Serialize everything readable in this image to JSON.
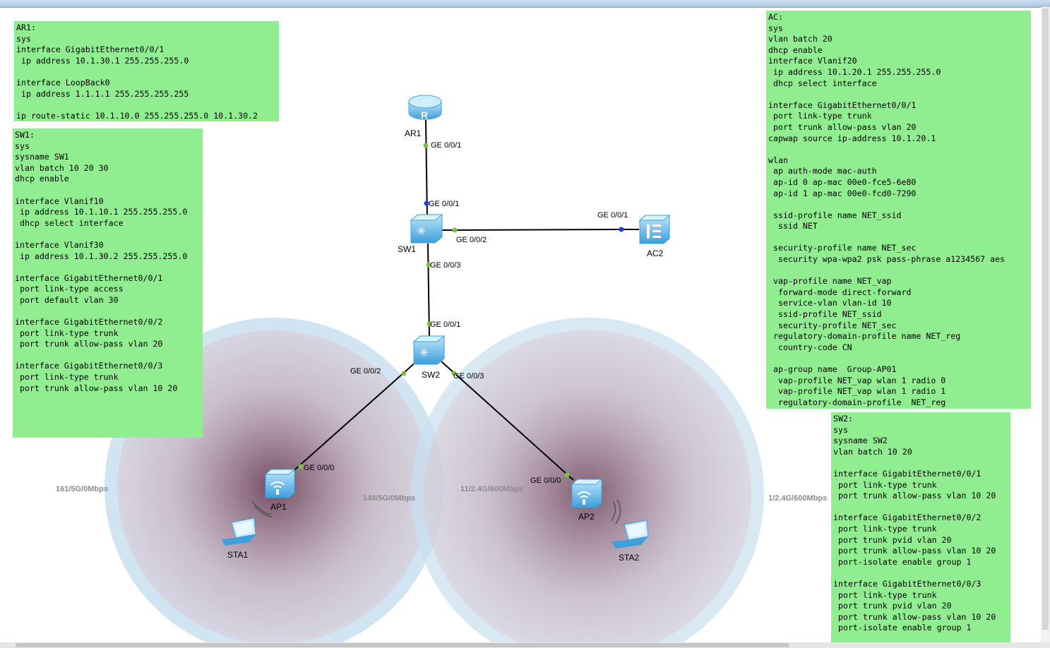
{
  "notes": {
    "ar1": "AR1:\nsys\ninterface GigabitEthernet0/0/1\n ip address 10.1.30.1 255.255.255.0\n\ninterface LoopBack0\n ip address 1.1.1.1 255.255.255.255\n\nip route-static 10.1.10.0 255.255.255.0 10.1.30.2",
    "sw1": "SW1:\nsys\nsysname SW1\nvlan batch 10 20 30\ndhcp enable\n\ninterface Vlanif10\n ip address 10.1.10.1 255.255.255.0\n dhcp select interface\n\ninterface Vlanif30\n ip address 10.1.30.2 255.255.255.0\n\ninterface GigabitEthernet0/0/1\n port link-type access\n port default vlan 30\n\ninterface GigabitEthernet0/0/2\n port link-type trunk\n port trunk allow-pass vlan 20\n\ninterface GigabitEthernet0/0/3\n port link-type trunk\n port trunk allow-pass vlan 10 20",
    "ac": "AC:\nsys\nvlan batch 20\ndhcp enable\ninterface Vlanif20\n ip address 10.1.20.1 255.255.255.0\n dhcp select interface\n\ninterface GigabitEthernet0/0/1\n port link-type trunk\n port trunk allow-pass vlan 20\ncapwap source ip-address 10.1.20.1\n\nwlan\n ap auth-mode mac-auth\n ap-id 0 ap-mac 00e0-fce5-6e80\n ap-id 1 ap-mac 00e0-fcd0-7290\n\n ssid-profile name NET_ssid\n  ssid NET\n\n security-profile name NET_sec\n  security wpa-wpa2 psk pass-phrase a1234567 aes\n\n vap-profile name NET_vap\n  forward-mode direct-forward\n  service-vlan vlan-id 10\n  ssid-profile NET_ssid\n  security-profile NET_sec\n regulatory-domain-profile name NET_reg\n  country-code CN\n\n ap-group name  Group-AP01\n  vap-profile NET_vap wlan 1 radio 0\n  vap-profile NET_vap wlan 1 radio 1\n  regulatory-domain-profile  NET_reg",
    "sw2": "SW2:\nsys\nsysname SW2\nvlan batch 10 20\n\ninterface GigabitEthernet0/0/1\n port link-type trunk\n port trunk allow-pass vlan 10 20\n\ninterface GigabitEthernet0/0/2\n port link-type trunk\n port trunk pvid vlan 20\n port trunk allow-pass vlan 10 20\n port-isolate enable group 1\n\ninterface GigabitEthernet0/0/3\n port link-type trunk\n port trunk pvid vlan 20\n port trunk allow-pass vlan 10 20\n port-isolate enable group 1"
  },
  "devices": {
    "ar1": "AR1",
    "sw1": "SW1",
    "sw2": "SW2",
    "ac2": "AC2",
    "ap1": "AP1",
    "ap2": "AP2",
    "sta1": "STA1",
    "sta2": "STA2"
  },
  "ports": {
    "ar1_sw1_a": "GE 0/0/1",
    "ar1_sw1_b": "GE 0/0/1",
    "sw1_ac2_a": "GE 0/0/2",
    "sw1_ac2_b": "GE 0/0/1",
    "sw1_sw2_a": "GE 0/0/3",
    "sw1_sw2_b": "GE 0/0/1",
    "sw2_ap1_a": "GE 0/0/2",
    "sw2_ap1_b": "GE 0/0/0",
    "sw2_ap2_a": "GE 0/0/3",
    "sw2_ap2_b": "GE 0/0/0"
  },
  "radio_rates": {
    "ap1_left": "161/5G/0Mbps",
    "ap1_right": "149/5G/0Mbps",
    "ap2_left": "11/2.4G/600Mbps",
    "ap2_right": "1/2.4G/600Mbps"
  },
  "icons": {
    "router": "router-icon",
    "switch": "switch-icon",
    "ac": "access-controller-icon",
    "ap": "access-point-icon",
    "laptop": "laptop-icon"
  },
  "colors": {
    "note_bg": "#90ee90",
    "device_blue": "#4aa9e0",
    "port_up": "#7cc242",
    "port_blue": "#1a3fd6",
    "coverage_ring": "#c9dff0",
    "coverage_fill": "#7a4a5c"
  }
}
